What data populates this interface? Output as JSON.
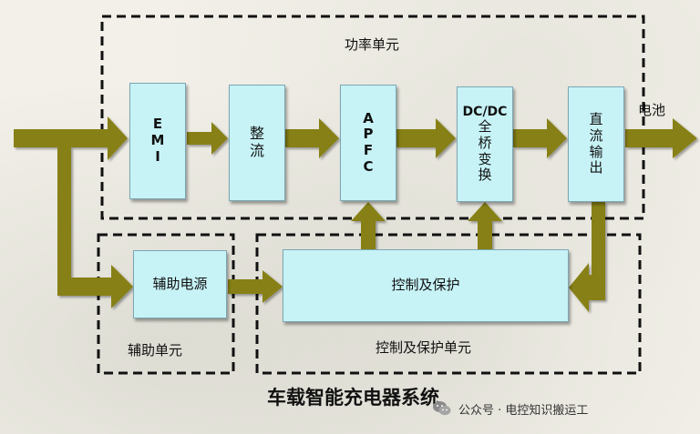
{
  "units": {
    "power": "功率单元",
    "aux": "辅助单元",
    "control": "控制及保护单元"
  },
  "blocks": {
    "emi": "E\nM\nI",
    "rectifier": "整\n流",
    "apfc": "A\nP\nF\nC",
    "dcdc_top": "DC/DC",
    "dcdc_bottom": "全\n桥\n变\n换",
    "dc_output": "直\n流\n输\n出",
    "aux_power": "辅助电源",
    "control": "控制及保护"
  },
  "labels": {
    "battery": "电池",
    "title": "车载智能充电器系统"
  },
  "watermark": {
    "source": "公众号 · 电控知识搬运工",
    "icon": "wechat-icon"
  },
  "colors": {
    "arrow": "#878013",
    "box_fill": "#c7f3f7",
    "dashed_border": "#111111"
  }
}
